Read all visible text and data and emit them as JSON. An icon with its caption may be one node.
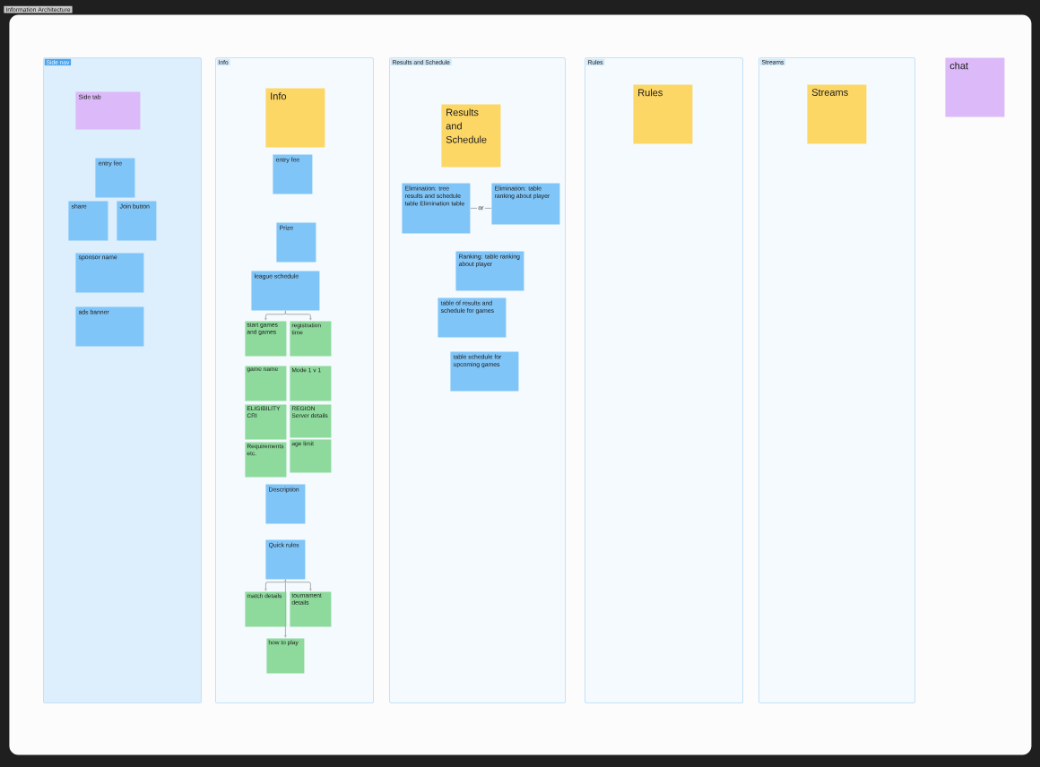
{
  "diagram": {
    "nodes": [
      {
        "text": [
          "Information Architecture"
        ]
      },
      {
        "text": [
          "Side nav"
        ],
        "in": 0
      },
      {
        "text": [
          "Side tab"
        ],
        "in": 1
      },
      {
        "text": [
          "entry fee"
        ],
        "in": 1
      },
      {
        "text": [
          "share"
        ],
        "in": 1
      },
      {
        "text": [
          "Join button"
        ],
        "in": 1
      },
      {
        "text": [
          "sponsor name"
        ],
        "in": 1
      },
      {
        "text": [
          "ads banner"
        ],
        "in": 1
      },
      {
        "text": [
          "Info"
        ],
        "in": 0
      },
      {
        "text": [
          "Info"
        ],
        "in": 8
      },
      {
        "text": [
          "entry fee"
        ],
        "in": 8
      },
      {
        "text": [
          "Prize"
        ],
        "in": 8
      },
      {
        "text": [
          "league schedule"
        ],
        "in": 8
      },
      {
        "text": [
          "start games and games"
        ],
        "in": 8
      },
      {
        "text": [
          "registration time"
        ],
        "in": 8
      },
      {
        "text": [
          "game name"
        ],
        "in": 8
      },
      {
        "text": [
          "Mode 1 v 1"
        ],
        "in": 8
      },
      {
        "text": [
          "ELIGIBILITY CRI"
        ],
        "in": 8
      },
      {
        "text": [
          "REGION Server details"
        ],
        "in": 8
      },
      {
        "text": [
          "Requirements etc."
        ],
        "in": 8
      },
      {
        "text": [
          "age limit"
        ],
        "in": 8
      },
      {
        "text": [
          "Description"
        ],
        "in": 8
      },
      {
        "text": [
          "Quick rules"
        ],
        "in": 8
      },
      {
        "text": [
          "match details"
        ],
        "in": 8
      },
      {
        "text": [
          "tournament details"
        ],
        "in": 8
      },
      {
        "text": [
          "how to play"
        ],
        "in": 8
      },
      {
        "text": [
          "Results and Schedule"
        ],
        "in": 0
      },
      {
        "text": [
          "Results and Schedule"
        ],
        "in": 26
      },
      {
        "text": [
          "Elimination: tree results and schedule table Elimination table"
        ],
        "in": 26
      },
      {
        "text": [
          "Elimination: table ranking about player"
        ],
        "in": 26
      },
      {
        "text": [
          "Ranking: table ranking about player"
        ],
        "in": 26
      },
      {
        "text": [
          "table of results and schedule for games"
        ],
        "in": 26
      },
      {
        "text": [
          "table schedule for upcoming games"
        ],
        "in": 26
      },
      {
        "text": [
          "Rules"
        ],
        "in": 0
      },
      {
        "text": [
          "Rules"
        ],
        "in": 33
      },
      {
        "text": [
          "Streams"
        ],
        "in": 0
      },
      {
        "text": [
          "Streams"
        ],
        "in": 35
      },
      {
        "text": [
          "chat"
        ],
        "in": 0
      }
    ],
    "edges": [
      {
        "from": 12,
        "to": 13,
        "arrow": "to"
      },
      {
        "from": 12,
        "to": 14,
        "arrow": "to"
      },
      {
        "from": 22,
        "to": 23,
        "arrow": "to"
      },
      {
        "from": 22,
        "to": 24,
        "arrow": "to"
      },
      {
        "from": 22,
        "to": 25,
        "arrow": "to"
      },
      {
        "from": 28,
        "to": 29,
        "arrow": "none",
        "label": "or"
      }
    ]
  }
}
